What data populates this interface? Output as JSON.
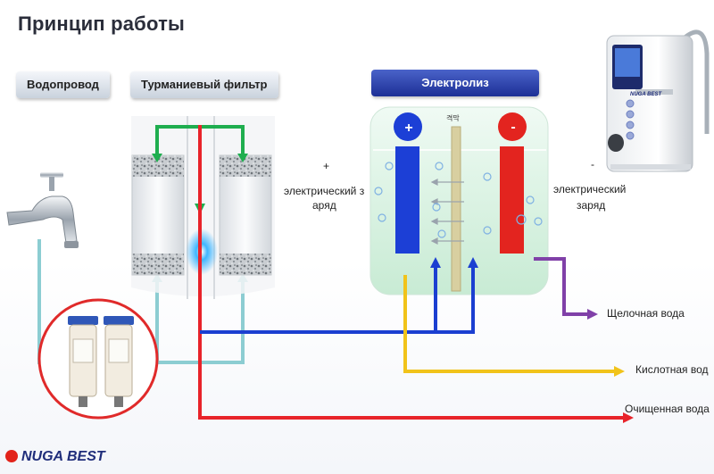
{
  "title": "Принцип работы",
  "tags": {
    "water_supply": "Водопровод",
    "tourmaline_filter": "Турманиевый фильтр",
    "electrolysis": "Электролиз"
  },
  "electrodes": {
    "plus_sign": "+",
    "minus_sign": "-",
    "membrane_label": "격막"
  },
  "charges": {
    "left_sign": "+",
    "left_line1": "электрический з",
    "left_line2": "аряд",
    "right_sign": "-",
    "right_line1": "электрический",
    "right_line2": "заряд"
  },
  "outputs": {
    "alkaline": "Щелочная вода",
    "acidic": "Кислотная вод",
    "purified": "Очищенная вода"
  },
  "device": {
    "brand": "NUGA BEST"
  },
  "brand": "NUGA BEST",
  "colors": {
    "green_line": "#1fae4f",
    "red_line": "#e8232a",
    "blue_line": "#1b3fd1",
    "yellow_line": "#f1c31a",
    "purple_line": "#8040a8",
    "teal_line": "#8ccdd2",
    "anode": "#1c3fd6",
    "cathode": "#e3241f"
  }
}
